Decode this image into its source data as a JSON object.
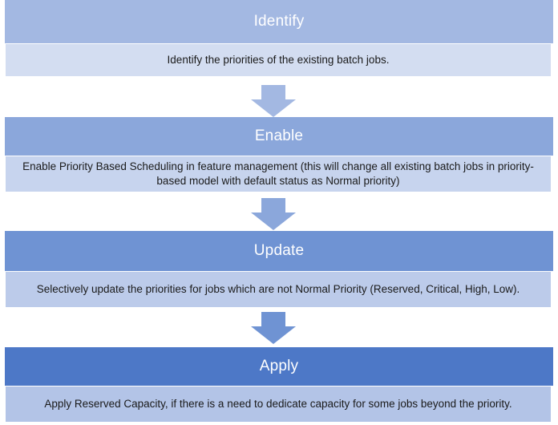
{
  "stages": [
    {
      "title": "Identify",
      "description": "Identify the priorities of the existing batch jobs.",
      "head_color": "#a3b8e2",
      "body_color": "#d3ddf1"
    },
    {
      "title": "Enable",
      "description": "Enable Priority Based Scheduling in feature management (this will change all existing batch jobs in priority-  based model with default status as Normal priority)",
      "head_color": "#8ba7db",
      "body_color": "#c7d4ee"
    },
    {
      "title": "Update",
      "description": "Selectively update the priorities for jobs which are not Normal Priority (Reserved, Critical, High, Low).",
      "head_color": "#6f93d3",
      "body_color": "#bccbea"
    },
    {
      "title": "Apply",
      "description": "Apply Reserved Capacity, if there is a need to dedicate capacity for some jobs beyond the priority.",
      "head_color": "#4d78c7",
      "body_color": "#b3c4e7"
    }
  ],
  "arrows": [
    {
      "color": "#a3b8e2"
    },
    {
      "color": "#8ba7db"
    },
    {
      "color": "#6f93d3"
    }
  ]
}
